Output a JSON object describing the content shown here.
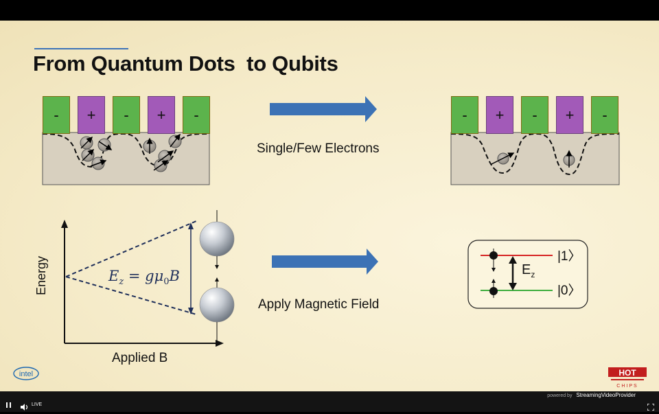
{
  "slide": {
    "title": "From Quantum Dots  to Qubits",
    "arrow1_label": "Single/Few Electrons",
    "arrow2_label": "Apply Magnetic Field",
    "y_axis_label": "Energy",
    "x_axis_label": "Applied B",
    "formula": "E_z = gμ₀B",
    "formula_main": "E",
    "formula_sub": "z",
    "formula_rest": " = gμ",
    "formula_sub0": "0",
    "formula_end": "B",
    "gates_left": [
      "-",
      "+",
      "-",
      "+",
      "-"
    ],
    "gates_right": [
      "-",
      "+",
      "-",
      "+",
      "-"
    ],
    "level_upper": "|1〉",
    "level_lower": "|0〉",
    "ez_main": "E",
    "ez_sub": "z",
    "logo_left": "intel",
    "logo_right": "HOT CHIPS"
  },
  "player": {
    "live_label": "LIVE",
    "powered_by": "powered by",
    "provider": "StreamingVideoProvider"
  },
  "colors": {
    "gate_minus": "#5cb34c",
    "gate_plus": "#a25ab8",
    "substrate": "#d8d0bf",
    "arrow_blue": "#3c72b5",
    "level_red": "#d62424",
    "level_green": "#3fae3f"
  },
  "icons": [
    "pause-icon",
    "volume-icon",
    "fullscreen-icon",
    "intel-logo",
    "hot-chips-logo"
  ]
}
